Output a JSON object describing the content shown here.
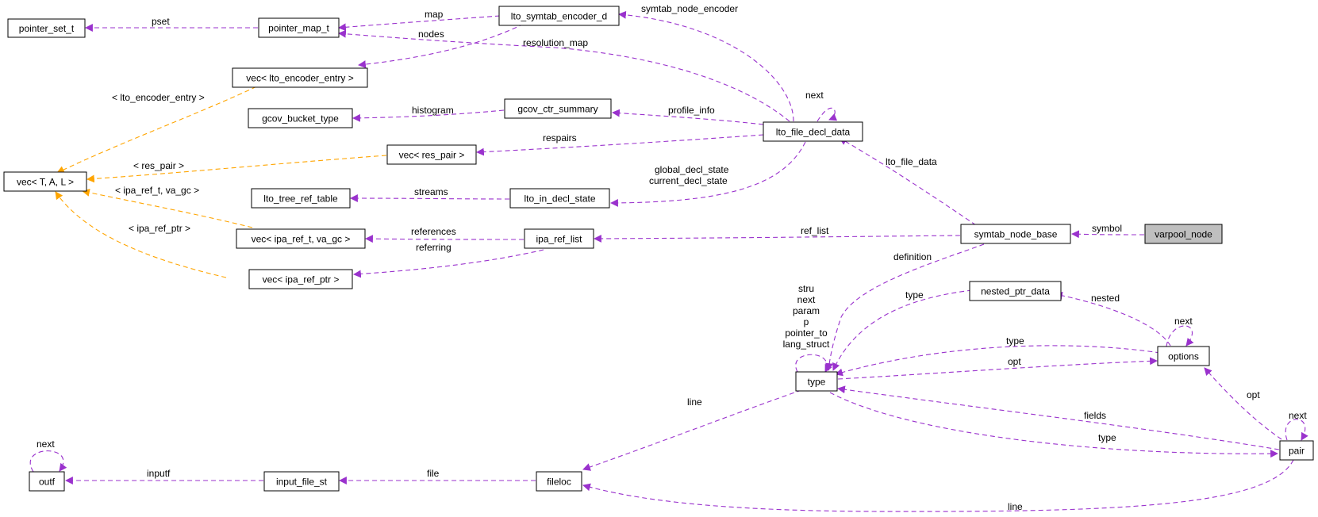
{
  "colors": {
    "member_edge": "#9a32cd",
    "template_edge": "#ffa500",
    "focus_node_fill": "#bfbfbf",
    "node_border": "#000000"
  },
  "nodes": {
    "pointer_set_t": "pointer_set_t",
    "pointer_map_t": "pointer_map_t",
    "lto_symtab_encoder_d": "lto_symtab_encoder_d",
    "vec_lto_encoder_entry": "vec< lto_encoder_entry >",
    "gcov_bucket_type": "gcov_bucket_type",
    "gcov_ctr_summary": "gcov_ctr_summary",
    "lto_file_decl_data": "lto_file_decl_data",
    "vec_t_a_l": "vec< T, A, L >",
    "vec_res_pair": "vec< res_pair >",
    "lto_tree_ref_table": "lto_tree_ref_table",
    "lto_in_decl_state": "lto_in_decl_state",
    "vec_ipa_ref_t_va_gc": "vec< ipa_ref_t, va_gc >",
    "ipa_ref_list": "ipa_ref_list",
    "symtab_node_base": "symtab_node_base",
    "varpool_node": "varpool_node",
    "vec_ipa_ref_ptr": "vec< ipa_ref_ptr >",
    "nested_ptr_data": "nested_ptr_data",
    "options": "options",
    "type": "type",
    "pair": "pair",
    "outf": "outf",
    "input_file_st": "input_file_st",
    "fileloc": "fileloc"
  },
  "edge_labels": {
    "pset": "pset",
    "map": "map",
    "nodes": "nodes",
    "symtab_node_encoder": "symtab_node_encoder",
    "resolution_map": "resolution_map",
    "lto_encoder_entry": "< lto_encoder_entry >",
    "histogram": "histogram",
    "profile_info": "profile_info",
    "ldd_next": "next",
    "respairs": "respairs",
    "res_pair": "< res_pair >",
    "lto_file_data": "lto_file_data",
    "ipa_ref_t_va_gc": "< ipa_ref_t, va_gc >",
    "streams": "streams",
    "global_decl_state": "global_decl_state",
    "current_decl_state": "current_decl_state",
    "ipa_ref_ptr": "< ipa_ref_ptr >",
    "references": "references",
    "ref_list": "ref_list",
    "symbol": "symbol",
    "referring": "referring",
    "definition": "definition",
    "type_self": [
      "stru",
      "next",
      "param",
      "p",
      "pointer_to",
      "lang_struct"
    ],
    "npd_type": "type",
    "nested": "nested",
    "options_next": "next",
    "options_type": "type",
    "options_opt": "opt",
    "pair_opt": "opt",
    "pair_next": "next",
    "fields": "fields",
    "pair_type": "type",
    "type_line": "line",
    "outf_next": "next",
    "inputf": "inputf",
    "file": "file",
    "pair_line": "line"
  }
}
